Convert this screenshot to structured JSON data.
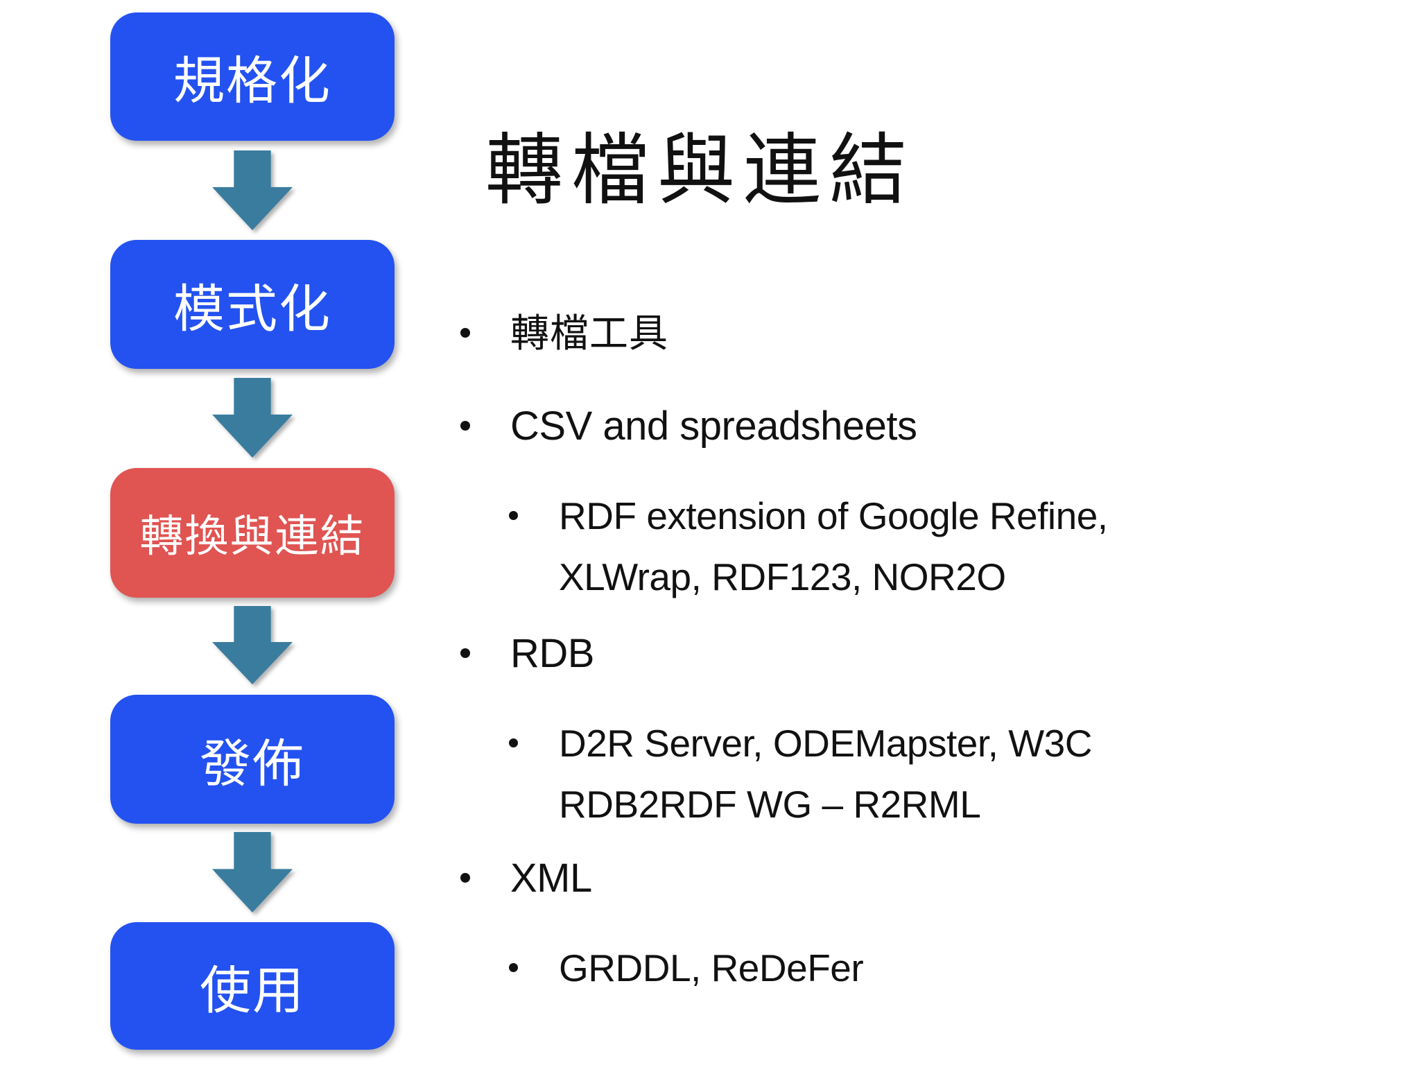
{
  "slide": {
    "title": "轉檔與連結",
    "flow_steps": [
      {
        "label": "規格化"
      },
      {
        "label": "模式化"
      },
      {
        "label": "轉換與連結"
      },
      {
        "label": "發佈"
      },
      {
        "label": "使用"
      }
    ],
    "bullets": [
      {
        "level": 1,
        "text": "轉檔工具"
      },
      {
        "level": 1,
        "text": "CSV and spreadsheets"
      },
      {
        "level": 2,
        "text": "RDF extension of Google Refine, XLWrap, RDF123, NOR2O"
      },
      {
        "level": 1,
        "text": "RDB"
      },
      {
        "level": 2,
        "text": "D2R Server, ODEMapster, W3C RDB2RDF WG – R2RML"
      },
      {
        "level": 1,
        "text": "XML"
      },
      {
        "level": 2,
        "text": "GRDDL, ReDeFer"
      }
    ],
    "colors": {
      "background": "#ffffff",
      "step_blue": "#2452f0",
      "step_highlight_red": "#e05452",
      "step_text": "#ffffff",
      "arrow_teal": "#3a7c9e",
      "text_dark": "#111111"
    }
  }
}
